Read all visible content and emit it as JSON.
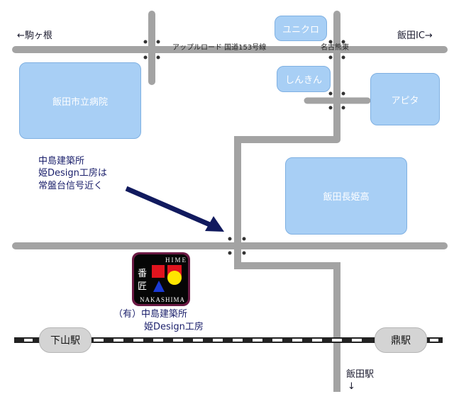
{
  "directions": {
    "west": "←駒ヶ根",
    "east": "飯田IC→",
    "south": "飯田駅",
    "south_arrow": "↓"
  },
  "roads": {
    "main_road": "アップルロード 国道153号線",
    "junction": "名古熊東"
  },
  "landmarks": {
    "hospital": "飯田市立病院",
    "uniqlo": "ユニクロ",
    "shinkin": "しんきん",
    "apita": "アピタ",
    "high_school": "飯田長姫高"
  },
  "note": {
    "line1": "中島建築所",
    "line2": "姫Design工房は",
    "line3": "常盤台信号近く"
  },
  "logo": {
    "top": "HIME",
    "left1": "番",
    "left2": "匠",
    "bottom": "NAKASHIMA"
  },
  "company": {
    "line1": "（有）中島建築所",
    "line2": "姫Design工房"
  },
  "stations": {
    "shimoyama": "下山駅",
    "kanae": "鼎駅"
  },
  "colors": {
    "road": "#a3a3a3",
    "building": "#a8cff5",
    "arrow": "#111a5e",
    "logo_red": "#e0141e",
    "logo_yellow": "#ffe600",
    "logo_blue": "#1a3ad6"
  }
}
